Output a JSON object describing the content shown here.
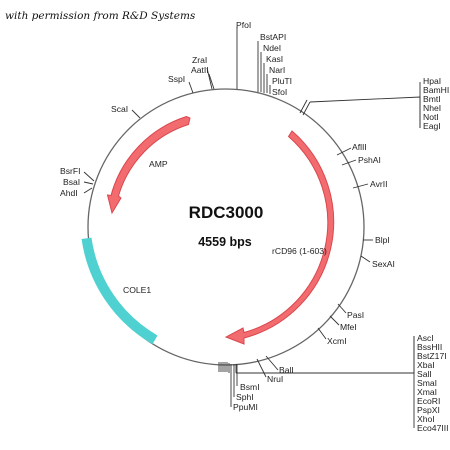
{
  "credit": "with permission from R&D Systems",
  "plasmid": {
    "name": "RDC3000",
    "size": "4559 bps"
  },
  "features": {
    "amp": "AMP",
    "insert": "rCD96 (1-603)",
    "ori": "COLE1",
    "colors": {
      "arrow": "#e8545a",
      "arrow_fill": "#f26b6f",
      "ori": "#4fd1d1",
      "backbone": "#666666"
    }
  },
  "sites": {
    "pfol": "PfoI",
    "top_group": [
      "BstAPI",
      "NdeI",
      "KasI",
      "NarI",
      "PluTI",
      "SfoI"
    ],
    "zrai": "ZraI",
    "aatii": "AatII",
    "sspi": "SspI",
    "scai": "ScaI",
    "left_group": [
      "BsrFI",
      "BsaI",
      "AhdI"
    ],
    "right_group": [
      "HpaI",
      "BamHI",
      "BmtI",
      "NheI",
      "NotI",
      "EagI"
    ],
    "aflii": "AflII",
    "pshai": "PshAI",
    "avrii": "AvrII",
    "blpi": "BlpI",
    "sexai": "SexAI",
    "pasi": "PasI",
    "mfei": "MfeI",
    "xcmi": "XcmI",
    "bali": "BalI",
    "nrui": "NruI",
    "mcs_group": [
      "AscI",
      "BssHII",
      "BstZ17I",
      "XbaI",
      "SalI",
      "SmaI",
      "XmaI",
      "EcoRI",
      "PspXI",
      "XhoI",
      "Eco47III"
    ],
    "bottom_group": [
      "BsmI",
      "SphI",
      "PpuMI"
    ]
  }
}
